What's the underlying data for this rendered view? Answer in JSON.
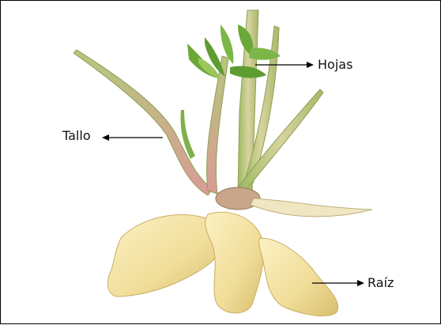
{
  "labels": {
    "hojas": "Hojas",
    "tallo": "Tallo",
    "raiz": "Raíz"
  },
  "colors": {
    "leaf": "#6aa83a",
    "leaf_light": "#9bc75a",
    "stem": "#b9c98a",
    "stem_pink": "#d9a39c",
    "root": "#f2e3a2",
    "root_shade": "#d8c070",
    "arrow": "#000000"
  },
  "illustration": "plant with leaves, stem and tuberous roots"
}
